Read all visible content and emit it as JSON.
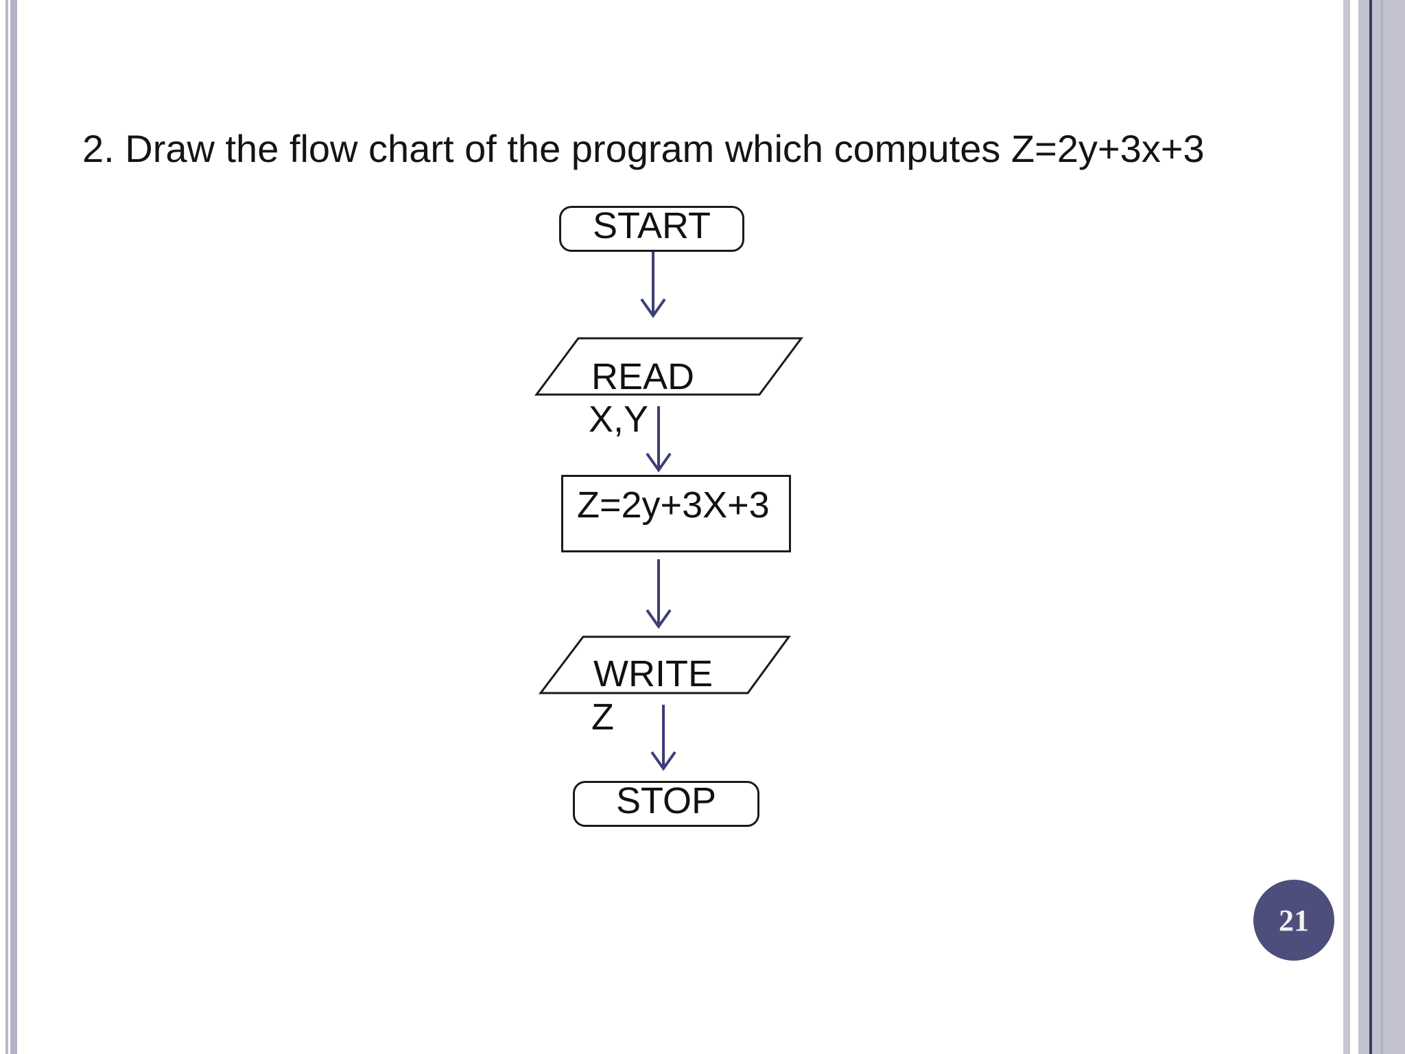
{
  "slide": {
    "title": "2. Draw the flow chart of the program which computes Z=2y+3x+3",
    "page_number": "21",
    "background_color": "#fffffe"
  },
  "flowchart": {
    "start": {
      "type": "terminator",
      "label": "START"
    },
    "read": {
      "type": "input-output",
      "label": "READ",
      "sublabel": "X,Y"
    },
    "process": {
      "type": "process",
      "label": "Z=2y+3X+3"
    },
    "write": {
      "type": "input-output",
      "label": "WRITE",
      "sublabel": "Z"
    },
    "stop": {
      "type": "terminator",
      "label": "STOP"
    },
    "flow_order": [
      "start",
      "read",
      "process",
      "write",
      "stop"
    ],
    "arrow_color": "#3e3e78",
    "shape_border_color": "#1a1a1a",
    "shape_fill_color": "#fffffe"
  },
  "decorations": {
    "left_stripe_thin_color": "#b9b9cb",
    "left_stripe_wide_color": "#b2b2c5",
    "right_stripe_color": "#c6c6d2",
    "right_band_color": "#c1c1cf",
    "right_dark_line_color": "#3a3a68",
    "page_circle_color": "#4e4e7c",
    "page_number_text_color": "#f2f2f0"
  }
}
